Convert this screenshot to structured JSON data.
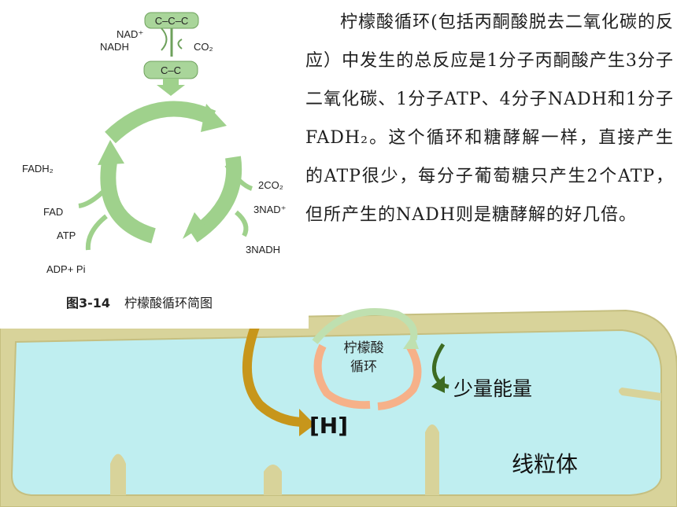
{
  "figure": {
    "caption_number": "图3-14",
    "caption_text": "柠檬酸循环简图",
    "labels": {
      "nad_plus": "NAD⁺",
      "nadh": "NADH",
      "co2": "CO₂",
      "fadh2": "FADH₂",
      "fad": "FAD",
      "atp": "ATP",
      "adp_pi": "ADP+ Pi",
      "two_co2": "2CO₂",
      "three_nad": "3NAD⁺",
      "three_nadh": "3NADH"
    }
  },
  "paragraph": "柠檬酸循环(包括丙酮酸脱去二氧化碳的反应）中发生的总反应是1分子丙酮酸产生3分子二氧化碳、1分子ATP、4分子NADH和1分子FADH₂。这个循环和糖酵解一样，直接产生的ATP很少，每分子葡萄糖只产生2个ATP，但所产生的NADH则是糖酵解的好几倍。",
  "mitochondrion": {
    "cycle_label_line1": "柠檬酸",
    "cycle_label_line2": "循环",
    "small_energy": "少量能量",
    "h_label": "[H]",
    "organelle_label": "线粒体"
  },
  "colors": {
    "membrane": "#d8d39a",
    "matrix": "#bfeef0",
    "green_arrow": "#9fd18c",
    "brown_arrow": "#c7961b",
    "cycle_orange": "#f6b189",
    "cycle_green": "#bfe0b0",
    "energy_arrow": "#3d6b22"
  }
}
